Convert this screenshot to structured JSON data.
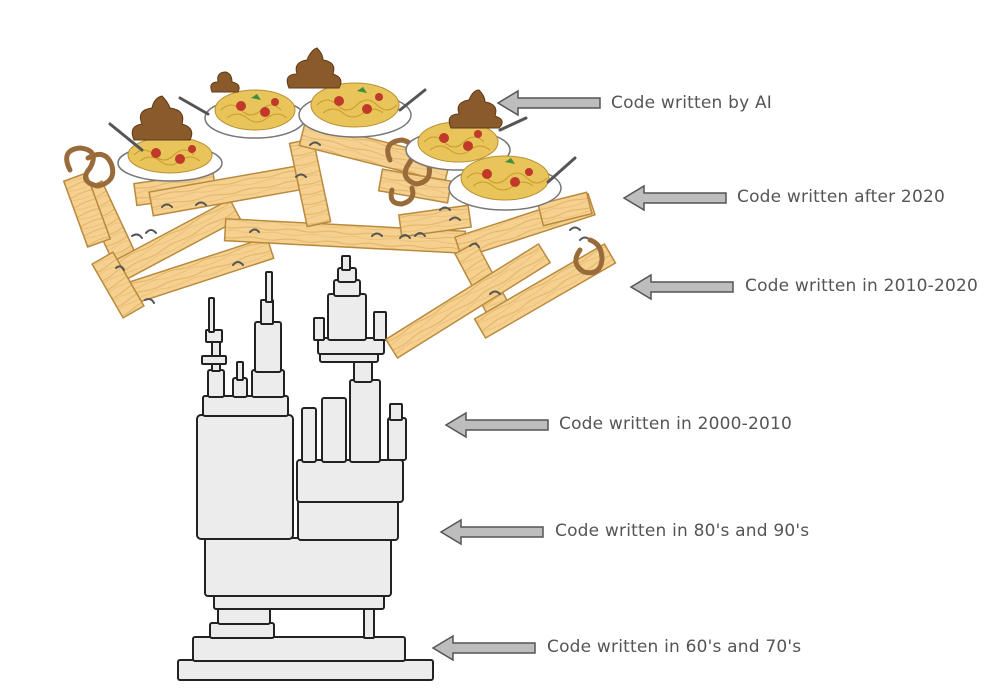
{
  "labels": {
    "ai": "Code written by AI",
    "after_2020": "Code written after 2020",
    "y2010_2020": "Code written in 2010-2020",
    "y2000_2010": "Code written in 2000-2010",
    "y80s_90s": "Code written in 80's and 90's",
    "y60s_70s": "Code written in 60's and 70's"
  },
  "colors": {
    "block_fill": "#ececec",
    "block_stroke": "#222222",
    "plank_fill": "#f5d08e",
    "plank_stroke": "#b98a3e",
    "arrow_fill": "#bdbdbd",
    "arrow_stroke": "#555555",
    "rope": "#9a6b3a",
    "spaghetti": "#e8c45a",
    "sauce": "#c0392b",
    "poop": "#8b5a2b"
  },
  "icons": [
    "arrow-left-icon",
    "spaghetti-plate-icon",
    "poop-icon",
    "fork-icon",
    "rope-icon",
    "nail-icon"
  ]
}
